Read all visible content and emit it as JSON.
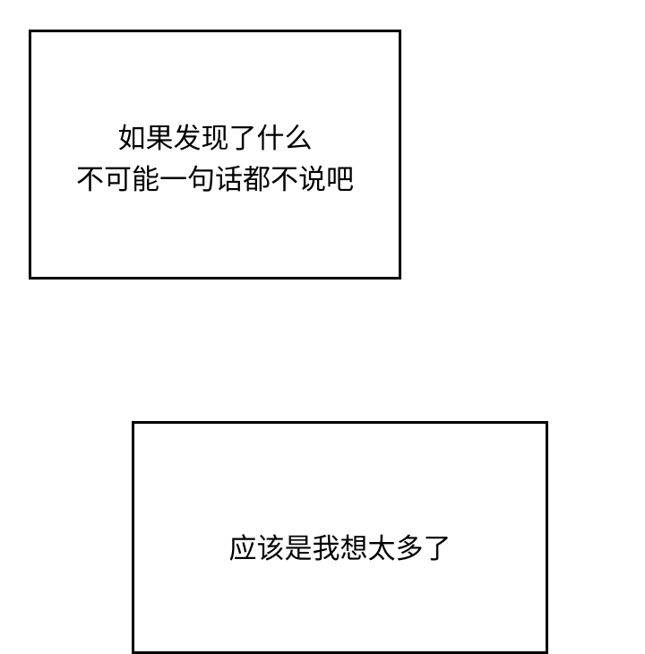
{
  "panels": [
    {
      "lines": [
        "如果发现了什么",
        "不可能一句话都不说吧"
      ]
    },
    {
      "lines": [
        "应该是我想太多了"
      ]
    }
  ],
  "colors": {
    "background": "#ffffff",
    "border": "#000000",
    "text": "#000000"
  }
}
